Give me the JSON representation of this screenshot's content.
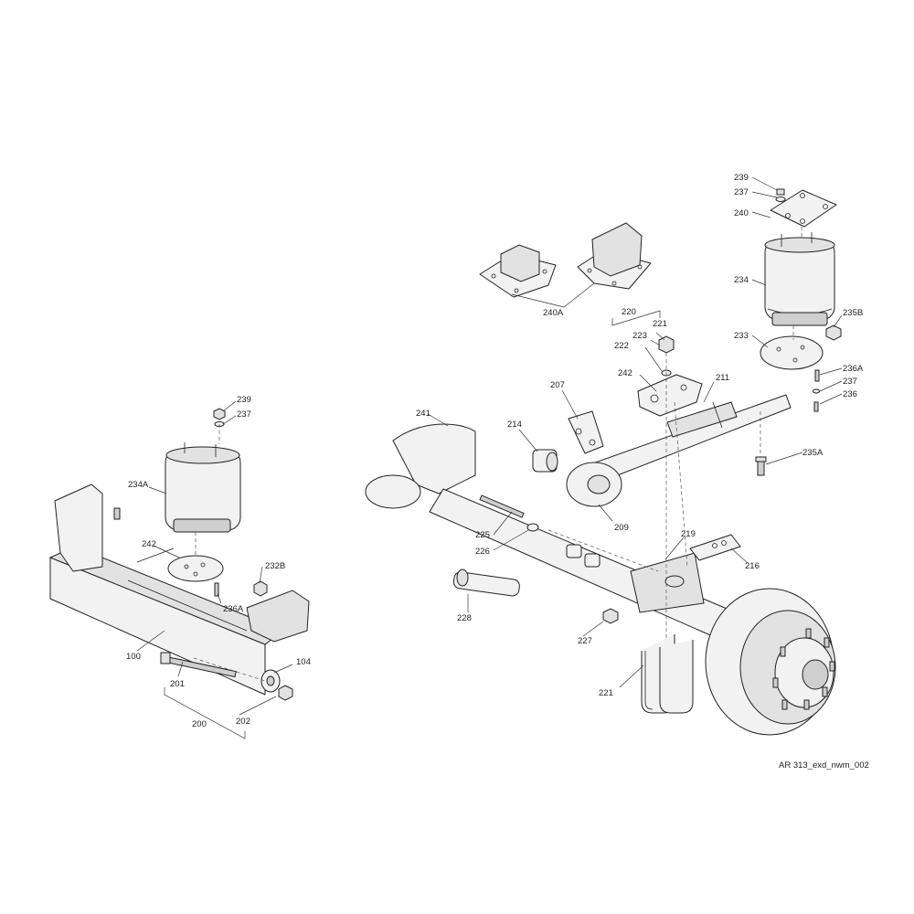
{
  "drawing": {
    "reference": "AR 313_exd_nwm_002"
  },
  "callouts": {
    "c239a": "239",
    "c237a": "237",
    "c240": "240",
    "c234": "234",
    "c235B": "235B",
    "c233": "233",
    "c236Aa": "236A",
    "c237b": "237",
    "c236": "236",
    "c235A": "235A",
    "c240A": "240A",
    "c220": "220",
    "c221a": "221",
    "c223": "223",
    "c222": "222",
    "c242a": "242",
    "c211": "211",
    "c207": "207",
    "c241": "241",
    "c214": "214",
    "c209": "209",
    "c225": "225",
    "c226": "226",
    "c219": "219",
    "c216": "216",
    "c228": "228",
    "c227": "227",
    "c221b": "221",
    "c239b": "239",
    "c237c": "237",
    "c234A": "234A",
    "c242b": "242",
    "c232B": "232B",
    "c236Ab": "236A",
    "c100": "100",
    "c104": "104",
    "c201": "201",
    "c202": "202",
    "c200": "200"
  }
}
